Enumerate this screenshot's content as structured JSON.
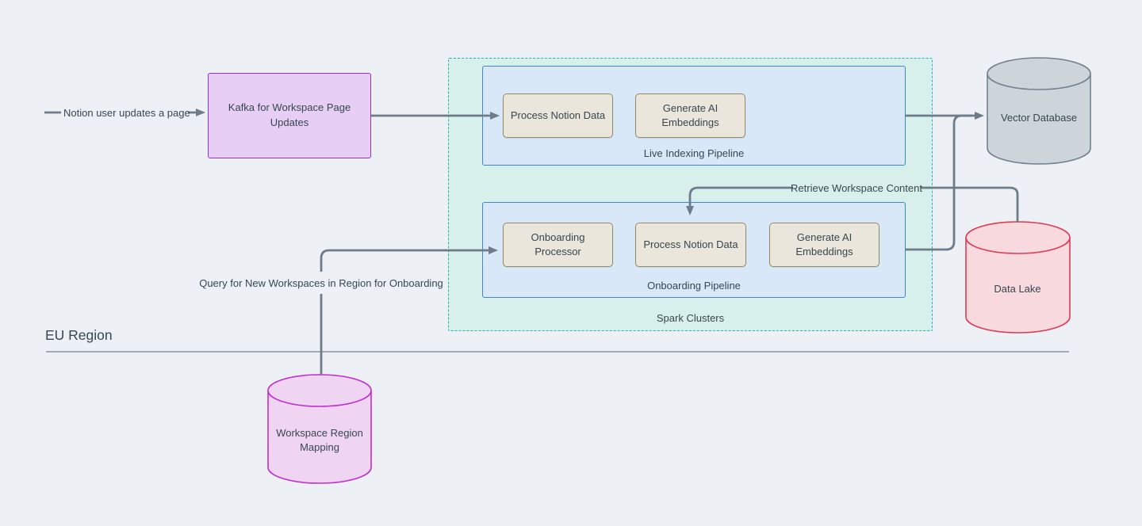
{
  "edges": {
    "user_update_label": "Notion user updates a page",
    "retrieve_label": "Retrieve Workspace Content",
    "query_label": "Query for New Workspaces in Region for Onboarding"
  },
  "kafka": {
    "label": "Kafka for Workspace Page Updates"
  },
  "spark_cluster": {
    "label": "Spark Clusters",
    "live_pipeline": {
      "label": "Live Indexing Pipeline",
      "steps": [
        "Process Notion Data",
        "Generate AI Embeddings"
      ]
    },
    "onboarding_pipeline": {
      "label": "Onboarding Pipeline",
      "steps": [
        "Onboarding Processor",
        "Process Notion Data",
        "Generate AI Embeddings"
      ]
    }
  },
  "datastores": {
    "vector_database": {
      "label": "Vector Database"
    },
    "data_lake": {
      "label": "Data Lake"
    },
    "workspace_region_mapping": {
      "label": "Workspace Region Mapping"
    }
  },
  "region": {
    "label": "EU Region"
  },
  "colors": {
    "background": "#edf1f5",
    "connector_line": "#6e7c89",
    "text": "#36474f",
    "kafka_fill": "#e6cef4",
    "kafka_border": "#9430d4",
    "spark_fill": "#d7f0ec",
    "spark_border": "#26b3a9",
    "pipeline_fill": "#d8e8f8",
    "pipeline_border": "#3e86cf",
    "task_fill": "#eae6db",
    "task_border": "#97895f",
    "vector_db_fill": "#cdd4da",
    "vector_db_border": "#71808c",
    "data_lake_fill": "#f8d9de",
    "data_lake_border": "#dd3b54",
    "workspace_mapping_fill": "#f0d5f3",
    "workspace_mapping_border": "#c02dd3",
    "region_divider": "#9aa3ad"
  }
}
